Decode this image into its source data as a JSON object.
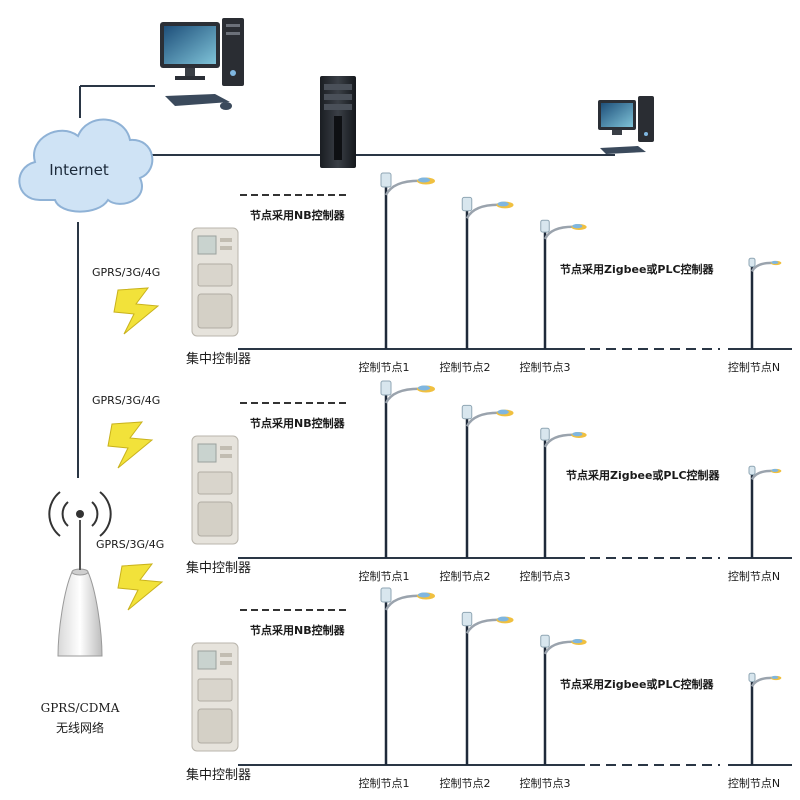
{
  "internet_label": "Internet",
  "gprs_label": "GPRS/3G/4G",
  "network_label_line1": "GPRS/CDMA",
  "network_label_line2": "无线网络",
  "colors": {
    "line": "#2a3645",
    "pole": "#1f2a3a",
    "lamp": "#f0c040",
    "lamp_head": "#7fb6e0",
    "bolt": "#f2e23a",
    "bolt_stroke": "#c9b21c",
    "cloud": "#cfe3f5",
    "cloud_stroke": "#8fb2d6",
    "meter": "#e6e3dc"
  },
  "groups": [
    {
      "controller_label": "集中控制器",
      "nb_note": "节点采用NB控制器",
      "zigbee_note": "节点采用Zigbee或PLC控制器",
      "nodes": [
        "控制节点1",
        "控制节点2",
        "控制节点3",
        "控制节点N"
      ]
    },
    {
      "controller_label": "集中控制器",
      "nb_note": "节点采用NB控制器",
      "zigbee_note": "节点采用Zigbee或PLC控制器",
      "nodes": [
        "控制节点1",
        "控制节点2",
        "控制节点3",
        "控制节点N"
      ]
    },
    {
      "controller_label": "集中控制器",
      "nb_note": "节点采用NB控制器",
      "zigbee_note": "节点采用Zigbee或PLC控制器",
      "nodes": [
        "控制节点1",
        "控制节点2",
        "控制节点3",
        "控制节点N"
      ]
    }
  ]
}
